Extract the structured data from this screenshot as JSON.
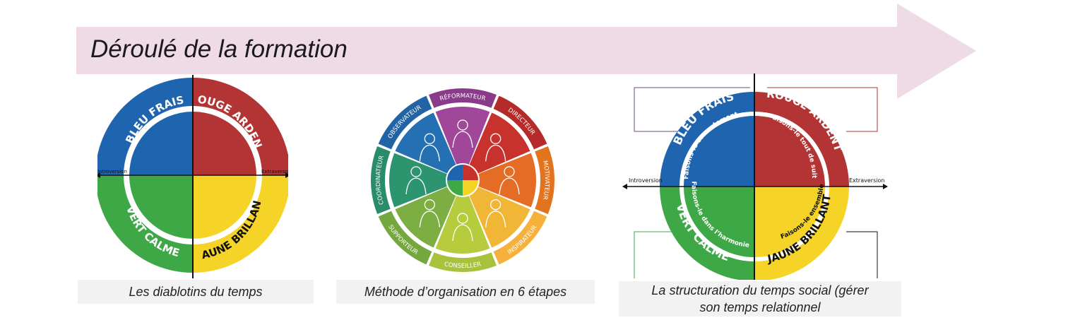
{
  "banner": {
    "title": "Déroulé de la formation",
    "color": "#efdbe6"
  },
  "colors": {
    "blue": "#1f64ae",
    "red": "#b23434",
    "green": "#3ea746",
    "yellow": "#f6d327"
  },
  "fig1": {
    "quadrants": {
      "blue": "BLEU FRAIS",
      "red": "ROUGE ARDENT",
      "green": "VERT CALME",
      "yellow": "JAUNE BRILLANT"
    },
    "axis_left": "Introversion",
    "axis_right": "Extraversion",
    "caption": "Les diablotins du temps"
  },
  "fig2": {
    "segments": [
      "RÉFORMATEUR",
      "DIRECTEUR",
      "MOTIVATEUR",
      "INSPIRATEUR",
      "CONSEILLER",
      "SUPPORTEUR",
      "COORDINATEUR",
      "OBSERVATEUR"
    ],
    "caption": "Méthode d’organisation en 6 étapes"
  },
  "fig3": {
    "quadrants": {
      "blue": "BLEU FRAIS",
      "red": "ROUGE ARDENT",
      "green": "VERT CALME",
      "yellow": "JAUNE BRILLANT"
    },
    "inner": {
      "blue": "Faisons-le correctement",
      "red": "Faisons-le tout de suite",
      "green": "Faisons-le dans l’harmonie",
      "yellow": "Faisons-le ensemble"
    },
    "axis_left": "Introversion",
    "axis_right": "Extraversion",
    "caption_line1": "La structuration du temps social (gérer",
    "caption_line2": "son temps relationnel"
  }
}
